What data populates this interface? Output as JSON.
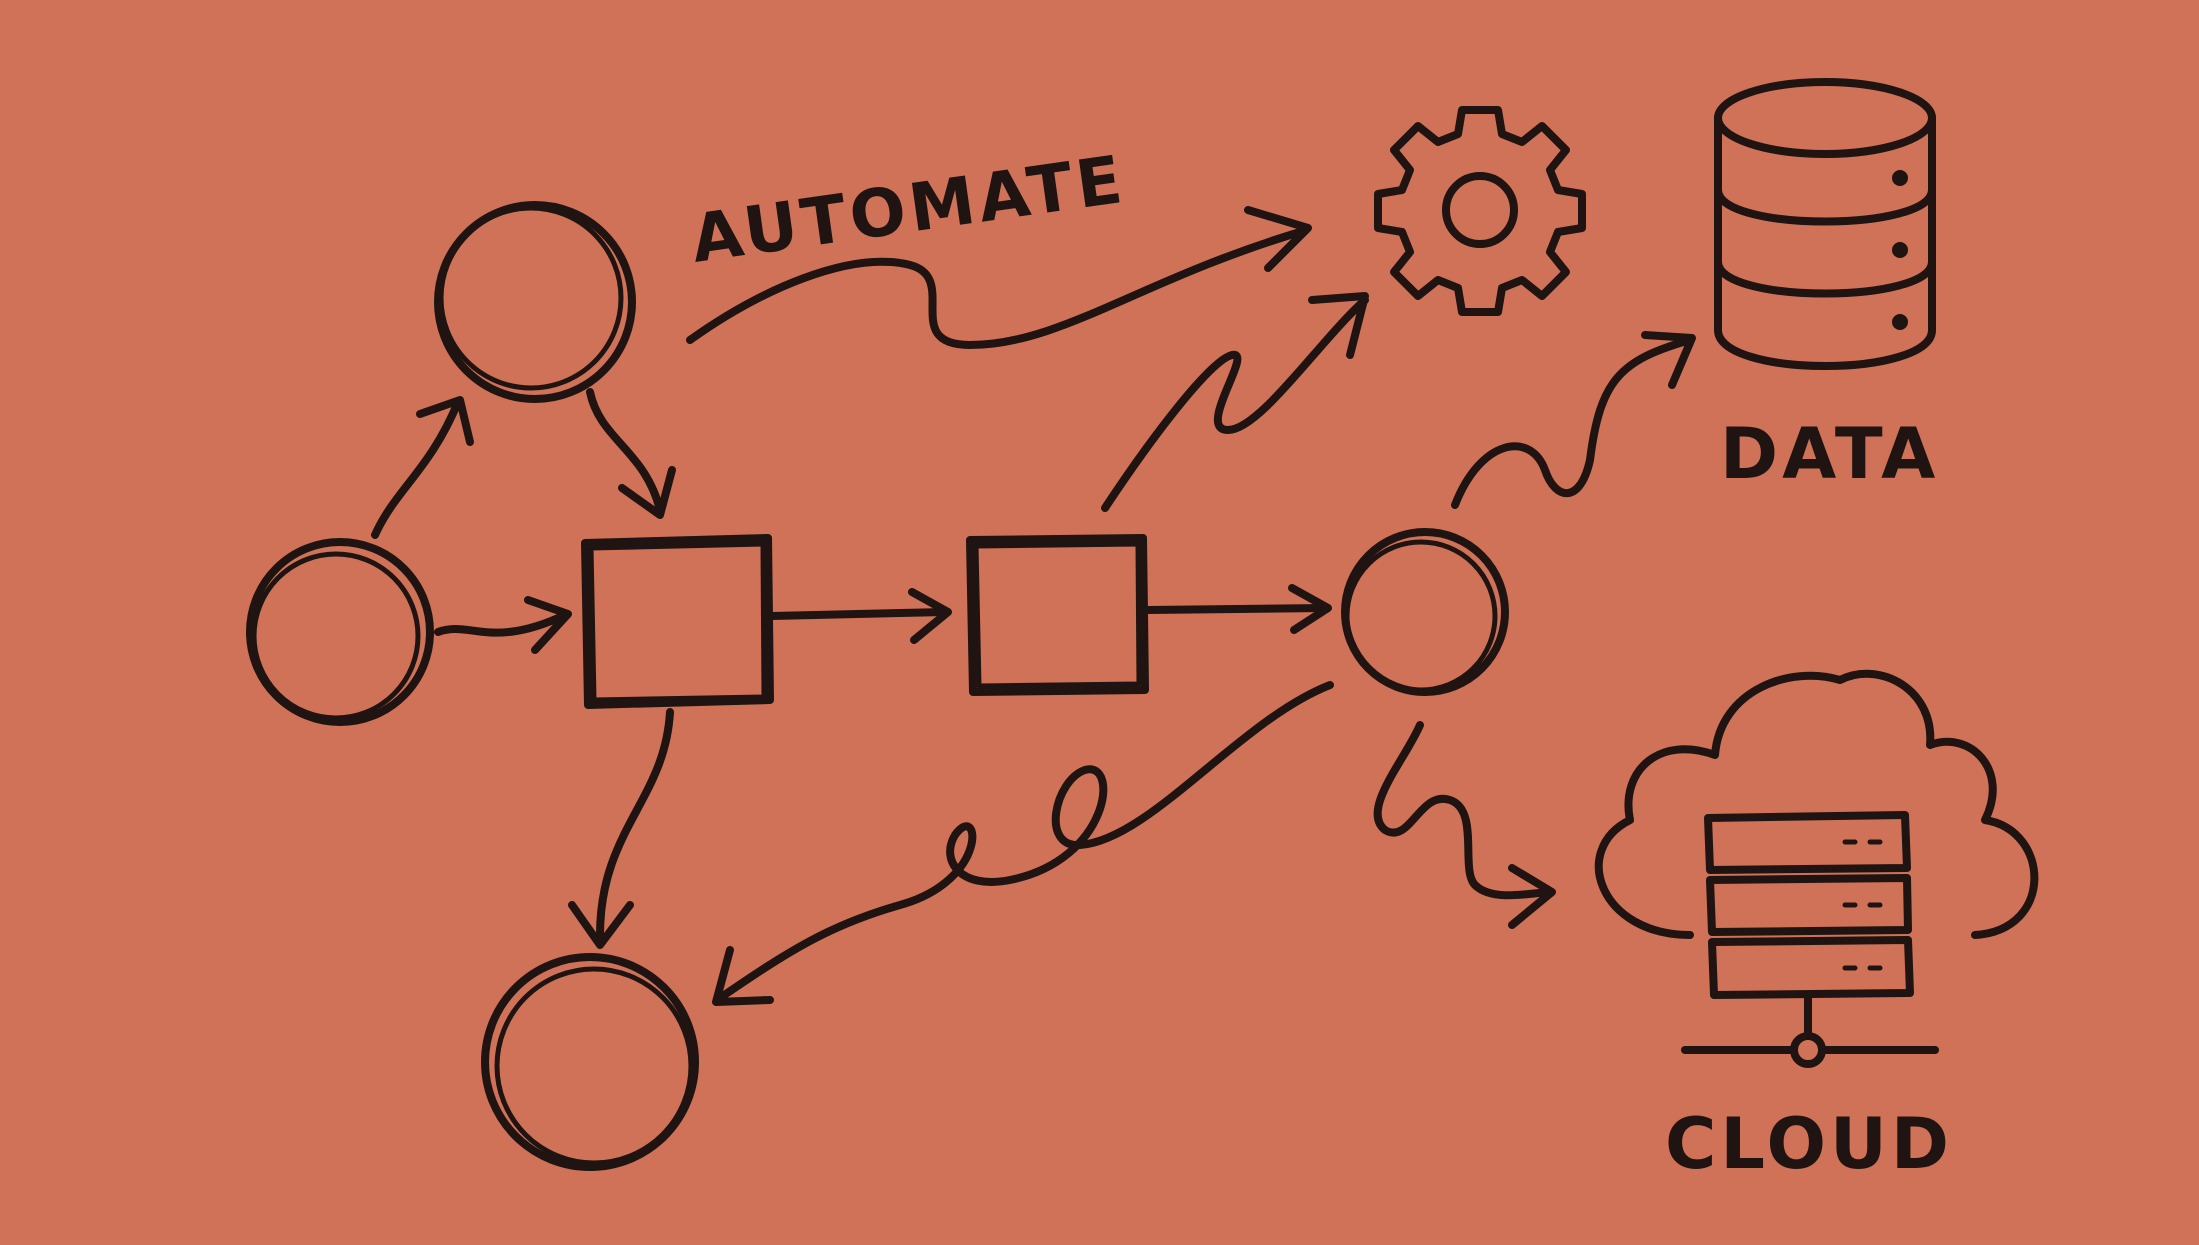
{
  "background_color": "#cf7257",
  "ink_color": "#1f1411",
  "labels": {
    "automate": "AUTOMATE",
    "data": "DATA",
    "cloud": "CLOUD"
  },
  "icons": [
    "gear-icon",
    "database-icon",
    "cloud-server-icon"
  ]
}
